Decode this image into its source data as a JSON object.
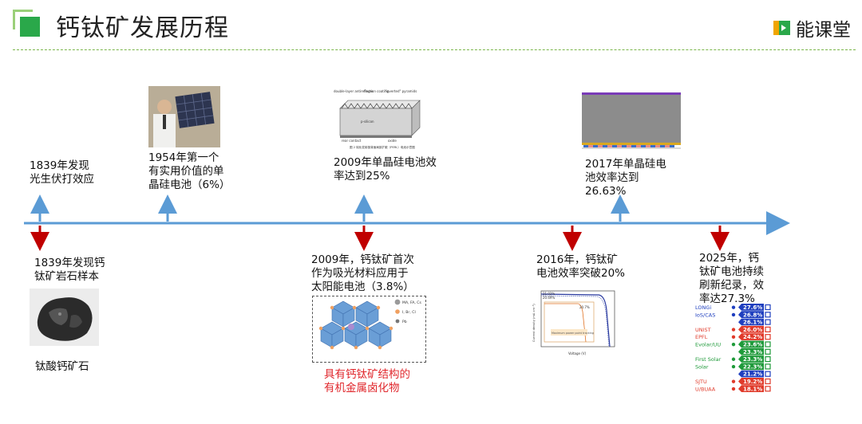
{
  "header": {
    "title": "钙钛矿发展历程",
    "brand": "能课堂",
    "accent_green": "#2aa84a",
    "accent_light_green": "#9bd07a"
  },
  "timeline": {
    "axis_color": "#5b9bd5",
    "up_marker_color": "#5b9bd5",
    "down_marker_color": "#c00000",
    "above": [
      {
        "text": "1839年发现\n光生伏打效应"
      },
      {
        "text": "1954年第一个\n有实用价值的单\n晶硅电池（6%）"
      },
      {
        "text": "2009年单晶硅电池效\n率达到25%"
      },
      {
        "text": "2017年单晶硅电\n池效率达到\n26.63%"
      }
    ],
    "below": [
      {
        "text": "1839年发现钙\n钛矿岩石样本",
        "caption": "钛酸钙矿石"
      },
      {
        "text": "2009年，钙钛矿首次\n作为吸光材料应用于\n太阳能电池（3.8%）",
        "caption": "具有钙钛矿结构的\n有机金属卤化物"
      },
      {
        "text": "2016年，钙钛矿\n电池效率突破20%"
      },
      {
        "text": "2025年，钙\n钛矿电池持续\n刷新纪录，效\n率达27.3%"
      }
    ]
  },
  "crystal_legend": [
    "MA, FA, Cs",
    "I, Br, Cl",
    "Pb"
  ],
  "jv_chart": {
    "legend_lines": [
      "21.02%",
      "20.69%"
    ],
    "inset_value": "20.7%",
    "inset_label": "Maximum power point tracking",
    "xlabel": "Voltage (V)",
    "ylabel": "Current density (mA cm⁻²)"
  },
  "perc_labels": [
    "double-layer antireflection coating",
    "finger",
    "\"inverted\" pyramids",
    "p-silicon",
    "rear contact",
    "oxide",
    "图 2  钝化发射极背面局部扩散（PERL）电池示意图"
  ],
  "records": {
    "rows": [
      {
        "value": "27.6%",
        "color": "#1f3fbf",
        "lab": "LONGi"
      },
      {
        "value": "26.8%",
        "color": "#1f3fbf",
        "lab": "IoS/CAS"
      },
      {
        "value": "26.1%",
        "color": "#1f3fbf",
        "lab": ""
      },
      {
        "value": "26.0%",
        "color": "#e03a2a",
        "lab": "UNIST"
      },
      {
        "value": "24.2%",
        "color": "#e03a2a",
        "lab": "EPFL"
      },
      {
        "value": "23.6%",
        "color": "#1f9a3a",
        "lab": "Evolar/UU"
      },
      {
        "value": "23.3%",
        "color": "#1f9a3a",
        "lab": ""
      },
      {
        "value": "23.3%",
        "color": "#1f9a3a",
        "lab": "First Solar"
      },
      {
        "value": "22.3%",
        "color": "#1f9a3a",
        "lab": "Solar"
      },
      {
        "value": "21.2%",
        "color": "#1f3fbf",
        "lab": ""
      },
      {
        "value": "19.2%",
        "color": "#e03a2a",
        "lab": "SJTU"
      },
      {
        "value": "18.1%",
        "color": "#e03a2a",
        "lab": "U/BUAA"
      }
    ]
  }
}
